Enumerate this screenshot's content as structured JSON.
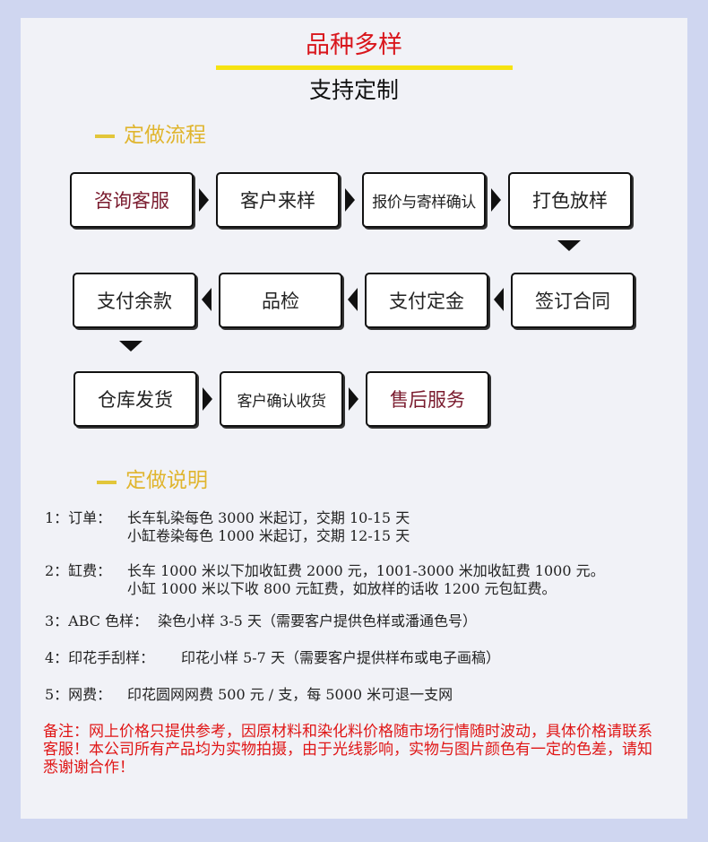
{
  "header": {
    "title": "品种多样",
    "subtitle": "支持定制"
  },
  "process": {
    "heading": "定做流程",
    "steps": [
      "咨询客服",
      "客户来样",
      "报价与寄样确认",
      "打色放样",
      "签订合同",
      "支付定金",
      "品检",
      "支付余款",
      "仓库发货",
      "客户确认收货",
      "售后服务"
    ]
  },
  "info": {
    "heading": "定做说明",
    "items": [
      {
        "label": "1：订单：",
        "lines": [
          "长车轧染每色 3000 米起订，交期 10-15 天",
          "小缸卷染每色 1000 米起订，交期 12-15 天"
        ]
      },
      {
        "label": "2：缸费：",
        "lines": [
          "长车 1000 米以下加收缸费 2000 元，1001-3000 米加收缸费 1000 元。",
          "小缸 1000 米以下收 800 元缸费，如放样的话收 1200 元包缸费。"
        ]
      },
      {
        "label": "3：ABC 色样：",
        "lines": [
          "染色小样 3-5 天（需要客户提供色样或潘通色号）"
        ]
      },
      {
        "label": "4：印花手刮样：",
        "lines": [
          "印花小样 5-7 天（需要客户提供样布或电子画稿）"
        ]
      },
      {
        "label": "5：网费：",
        "lines": [
          "印花圆网网费 500 元 / 支，每 5000 米可退一支网"
        ]
      }
    ],
    "note": "备注：网上价格只提供参考，因原材料和染化料价格随市场行情随时波动，具体价格请联系客服！本公司所有产品均为实物拍摄，由于光线影响，实物与图片颜色有一定的色差，请知悉谢谢合作！"
  },
  "colors": {
    "page_bg": "#cfd6f0",
    "panel_bg": "#f1f2f7",
    "title_red": "#d9161c",
    "accent_yellow": "#f6e311",
    "section_gold": "#e0b52e",
    "note_red": "#e01616"
  }
}
